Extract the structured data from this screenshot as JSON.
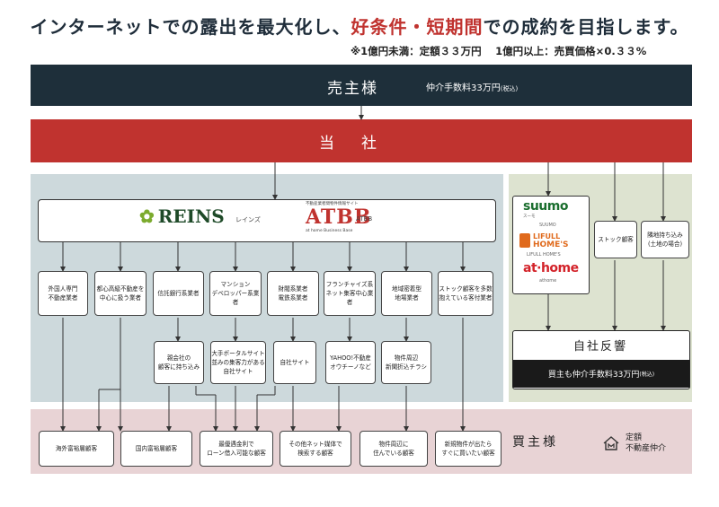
{
  "headline": {
    "prefix": "インターネットでの露出を最大化し、",
    "highlight": "好条件・短期間",
    "suffix": "での成約を目指します。"
  },
  "fee_note": "※1億円未満：定額３３万円　 1億円以上：売買価格×0.３３%",
  "seller": {
    "title": "売主様",
    "fee": "仲介手数料33万円",
    "tax": "(税込)"
  },
  "company": {
    "title": "当社"
  },
  "reins": {
    "logo": "REINS",
    "kana": "レインズ",
    "atbb_subtitle": "不動産業者間物件情報サイト",
    "atbb_logo": "ATBB",
    "atbb_tagline": "at home Business Base",
    "atbb_label": "ATBB"
  },
  "agents": [
    "外国人専門\n不動産業者",
    "都心高級不動産を\n中心に扱う業者",
    "信託銀行系業者",
    "マンション\nデベロッパー系業者",
    "財閥系業者\n電鉄系業者",
    "フランチャイズ系\nネット集客中心業者",
    "地域密着型\n地場業者",
    "ストック顧客を多数\n抱えている客付業者"
  ],
  "channels": [
    "親会社の\n顧客に持ち込み",
    "大手ポータルサイト\n並みの集客力がある\n自社サイト",
    "自社サイト",
    "YAHOO!不動産\nオウチーノなど",
    "物件周辺\n新聞折込チラシ"
  ],
  "buyer_segments": [
    "海外富裕層顧客",
    "国内富裕層顧客",
    "最優遇金利で\nローン借入可能な顧客",
    "その他ネット媒体で\n検索する顧客",
    "物件周辺に\n住んでいる顧客",
    "新規物件が出たら\nすぐに買いたい顧客"
  ],
  "portals": {
    "suumo_logo": "suumo",
    "suumo_sub": "スーモ",
    "suumo_name": "SUUMO",
    "lifull_logo1": "LIFULL",
    "lifull_logo2": "HOME'S",
    "lifull_name": "LIFULL HOME'S",
    "athome_logo": "at·home",
    "athome_name": "athome"
  },
  "right_sources": [
    "ストック顧客",
    "隣地持ち込み\n(土地の場合)"
  ],
  "response": {
    "title": "自社反響",
    "fee": "買主も仲介手数料33万円",
    "tax": "(税込)"
  },
  "buyers": {
    "title": "買主様",
    "service": "定額\n不動産仲介",
    "icon": "house-m-icon"
  },
  "colors": {
    "navy": "#1e2f3a",
    "red": "#c0332f",
    "left_panel": "#cdd9dc",
    "right_panel": "#dde3d0",
    "buyer_panel": "#e8d3d5"
  }
}
